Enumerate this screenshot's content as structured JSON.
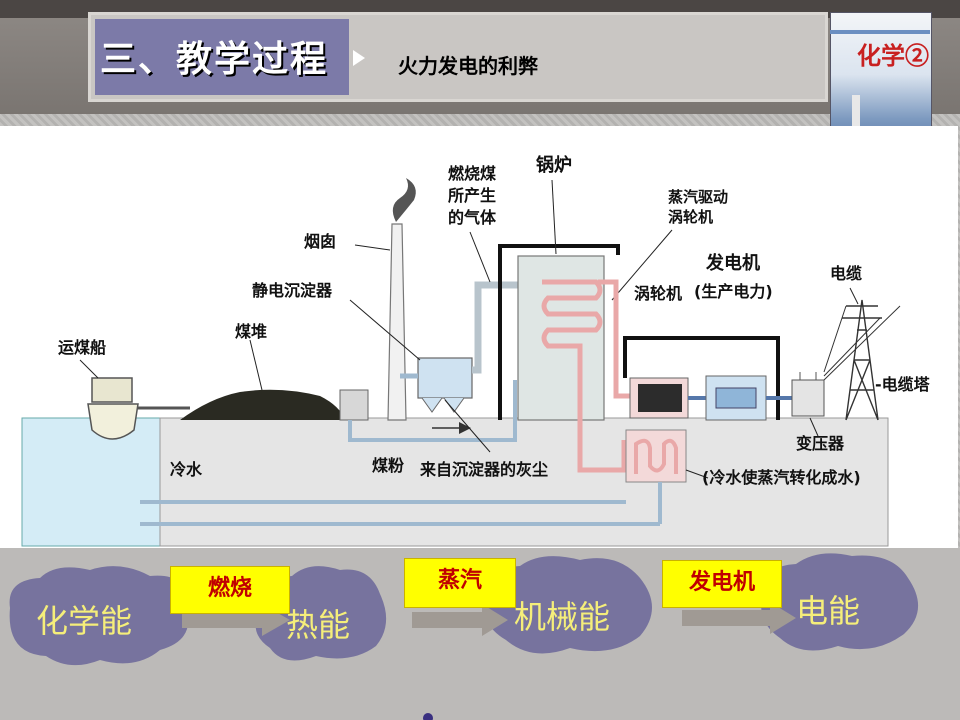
{
  "slide": {
    "title": "三、教学过程",
    "subtitle": "火力发电的利弊",
    "book_title": "化学②"
  },
  "diagram": {
    "labels": {
      "coal_ship": "运煤船",
      "coal_pile": "煤堆",
      "electrostatic_precipitator": "静电沉淀器",
      "chimney": "烟囱",
      "gas_from_coal_1": "燃烧煤",
      "gas_from_coal_2": "所产生",
      "gas_from_coal_3": "的气体",
      "boiler": "锅炉",
      "steam_drives_1": "蒸汽驱动",
      "steam_drives_2": "涡轮机",
      "turbine": "涡轮机",
      "generator": "发电机",
      "generator_note": "(生产电力)",
      "cable": "电缆",
      "cable_tower": "-电缆塔",
      "transformer": "变压器",
      "cold_water": "冷水",
      "coal_powder": "煤粉",
      "ash_from_precipitator": "来自沉淀器的灰尘",
      "condenser_note": "(冷水使蒸汽转化成水)"
    }
  },
  "energy_chain": {
    "forms": [
      "化学能",
      "热能",
      "机械能",
      "电能"
    ],
    "processes": [
      "燃烧",
      "蒸汽",
      "发电机"
    ]
  },
  "colors": {
    "title_box": "#7c7aa8",
    "cloud": "#77739e",
    "cloud_text": "#f5ee7a",
    "process_box": "#ffff00",
    "process_text": "#c00000",
    "water": "#d4ecf6",
    "pipe_pink": "#e9a8a8",
    "pipe_blue": "#9fb9cf"
  }
}
